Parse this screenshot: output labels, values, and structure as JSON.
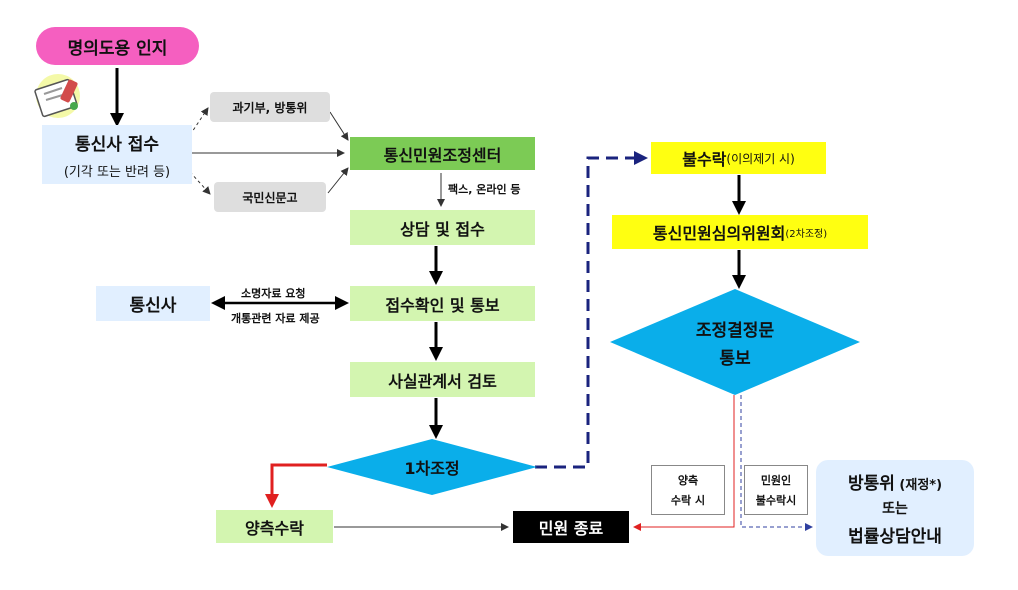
{
  "nodes": {
    "start": "명의도용 인지",
    "telco_receive_title": "통신사 접수",
    "telco_receive_sub": "(기각 또는 반려 등)",
    "msit": "과기부, 방통위",
    "petition": "국민신문고",
    "center": "통신민원조정센터",
    "fax_online": "팩스, 온라인 등",
    "consult": "상담 및 접수",
    "telco": "통신사",
    "confirm": "접수확인 및 통보",
    "facts": "사실관계서 검토",
    "mediation1": "1차조정",
    "both_accept": "양측수락",
    "end": "민원 종료",
    "reject_main": "불수락",
    "reject_sub": "(이의제기 시)",
    "committee_main": "통신민원심의위원회",
    "committee_sub": "(2차조정)",
    "decision_line1": "조정결정문",
    "decision_line2": "통보",
    "kcc_main": "방통위",
    "kcc_sub": " (재정*)",
    "kcc_or": "또는",
    "kcc_legal": "법률상담안내"
  },
  "edge_labels": {
    "request_explain": "소명자료 요청",
    "provide_data": "개통관련 자료 제공",
    "both_accept_when_1": "양측",
    "both_accept_when_2": "수락 시",
    "petitioner_reject_1": "민원인",
    "petitioner_reject_2": "불수락시"
  },
  "colors": {
    "pink": "#f55fc0",
    "light_green": "#d3f5b0",
    "green": "#7ccb55",
    "light_blue": "#e1efff",
    "gray": "#dedede",
    "yellow": "#ffff11",
    "cyan": "#0aaeea",
    "black": "#000000",
    "navy": "#1a237e",
    "red": "#e02020"
  }
}
